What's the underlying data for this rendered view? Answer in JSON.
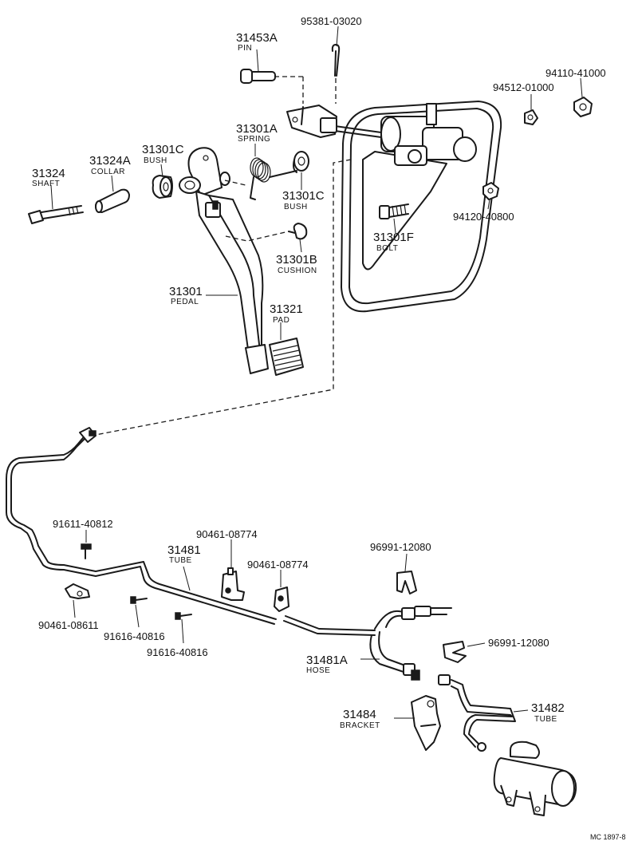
{
  "labels": {
    "pin_no": "31453A",
    "pin_name": "PIN",
    "cotter_no": "95381-03020",
    "spring_no": "31301A",
    "spring_name": "SPRING",
    "bush_c1_no": "31301C",
    "bush_c1_name": "BUSH",
    "collar_no": "31324A",
    "collar_name": "COLLAR",
    "shaft_no": "31324",
    "shaft_name": "SHAFT",
    "bush_c2_no": "31301C",
    "bush_c2_name": "BUSH",
    "cushion_no": "31301B",
    "cushion_name": "CUSHION",
    "pedal_no": "31301",
    "pedal_name": "PEDAL",
    "pad_no": "31321",
    "pad_name": "PAD",
    "washer_no": "94512-01000",
    "nut_top_no": "94110-41000",
    "nut_mid_no": "94120-40800",
    "bolt_no": "31301F",
    "bolt_name": "BOLT",
    "screw1_no": "91611-40812",
    "tube1_no": "31481",
    "tube1_name": "TUBE",
    "clamp1_no": "90461-08774",
    "clamp2_no": "90461-08774",
    "clip1_no": "96991-12080",
    "clamp3_no": "90461-08611",
    "screw2_no": "91616-40816",
    "screw3_no": "91616-40816",
    "clip2_no": "96991-12080",
    "hose_no": "31481A",
    "hose_name": "HOSE",
    "tube2_no": "31482",
    "tube2_name": "TUBE",
    "bracket_no": "31484",
    "bracket_name": "BRACKET",
    "drawing_code": "MC 1897-8"
  }
}
